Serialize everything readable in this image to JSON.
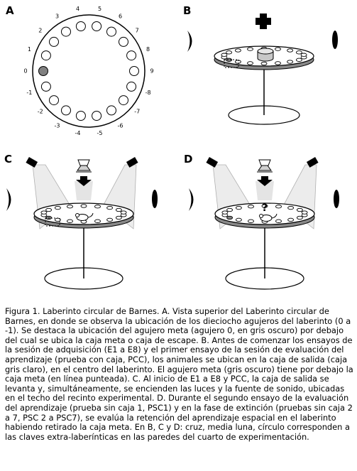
{
  "panels": {
    "a": {
      "letter": "A"
    },
    "b": {
      "letter": "B"
    },
    "c": {
      "letter": "C"
    },
    "d": {
      "letter": "D"
    }
  },
  "hole_numbers": [
    "0",
    "1",
    "2",
    "3",
    "4",
    "5",
    "6",
    "7",
    "8",
    "9",
    "-1",
    "-2",
    "-3",
    "-4",
    "-5",
    "-6",
    "-7",
    "-8"
  ],
  "panel_d_mark": "?",
  "colors": {
    "goal_hole": "#808080",
    "start_box": "#c8c8c8",
    "light_cone": "#d0d0d0",
    "line": "#000000"
  },
  "caption": "Figura 1. Laberinto circular de Barnes. A. Vista superior del Laberinto circular de Barnes, en donde se observa la ubicación de los dieciocho agujeros del laberinto (0 a -1). Se destaca la ubicación del agujero meta (agujero 0, en gris oscuro) por debajo del cual se ubica la caja meta o caja de escape. B. Antes de comenzar los ensayos de la sesión de adquisición (E1 a E8) y el primer ensayo de la sesión de evaluación del aprendizaje (prueba con caja, PCC), los animales se ubican en la caja de salida (caja gris claro), en el centro del laberinto. El agujero meta (gris oscuro) tiene por debajo la caja meta (en línea punteada). C. Al inicio de E1 a E8 y PCC, la caja de salida se levanta y, simultáneamente, se encienden las luces y la fuente de sonido, ubicadas en el techo del recinto experimental. D. Durante el segundo ensayo de la evaluación del aprendizaje (prueba sin caja 1, PSC1) y en la fase de extinción (pruebas sin caja 2 a 7, PSC 2 a PSC7), se evalúa la retención del aprendizaje espacial en el laberinto habiendo retirado la caja meta. En B, C y D: cruz, media luna, círculo corresponden a las claves extra-laberínticas en las paredes del cuarto de experimentación."
}
